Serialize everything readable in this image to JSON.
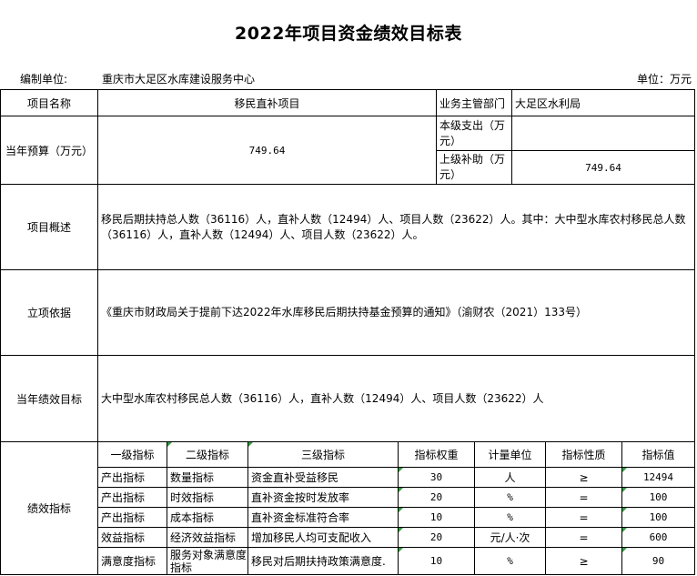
{
  "title": "2022年项目资金绩效目标表",
  "meta": {
    "unit_label": "编制单位:",
    "unit_name": "重庆市大足区水库建设服务中心",
    "currency": "单位：万元"
  },
  "project": {
    "name_label": "项目名称",
    "name_value": "移民直补项目",
    "dept_label": "业务主管部门",
    "dept_value": "大足区水利局"
  },
  "budget": {
    "label": "当年预算（万元）",
    "value": "749.64",
    "local_label": "本级支出（万元）",
    "local_value": "",
    "subsidy_label": "上级补助（万元）",
    "subsidy_value": "749.64"
  },
  "overview": {
    "label": "项目概述",
    "text": "移民后期扶持总人数（36116）人，直补人数（12494）人、项目人数（23622）人。其中：大中型水库农村移民总人数（36116）人，直补人数（12494）人、项目人数（23622）人。"
  },
  "basis": {
    "label": "立项依据",
    "text": "《重庆市财政局关于提前下达2022年水库移民后期扶持基金预算的通知》（渝财农（2021）133号）"
  },
  "goal": {
    "label": "当年绩效目标",
    "text": "大中型水库农村移民总人数（36116）人，直补人数（12494）人、项目人数（23622）人"
  },
  "indicators": {
    "label": "绩效指标",
    "headers": [
      "一级指标",
      "二级指标",
      "三级指标",
      "指标权重",
      "计量单位",
      "指标性质",
      "指标值"
    ],
    "rows": [
      [
        "产出指标",
        "数量指标",
        "资金直补受益移民",
        "30",
        "人",
        "≥",
        "12494"
      ],
      [
        "产出指标",
        "时效指标",
        "直补资金按时发放率",
        "20",
        "%",
        "=",
        "100"
      ],
      [
        "产出指标",
        "成本指标",
        "直补资金标准符合率",
        "10",
        "%",
        "=",
        "100"
      ],
      [
        "效益指标",
        "经济效益指标",
        "增加移民人均可支配收入",
        "20",
        "元/人·次",
        "=",
        "600"
      ],
      [
        "满意度指标",
        "服务对象满意度指标",
        "移民对后期扶持政策满意度.",
        "10",
        "%",
        "≥",
        "90"
      ]
    ]
  }
}
